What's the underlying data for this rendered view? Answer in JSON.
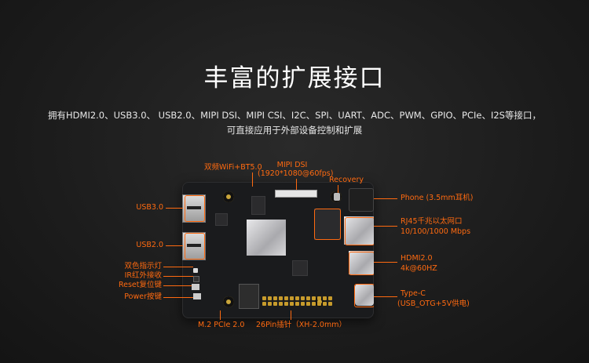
{
  "heading": "丰富的扩展接口",
  "description_line1": "拥有HDMI2.0、USB3.0、 USB2.0、MIPI DSI、MIPI CSI、I2C、SPI、UART、ADC、PWM、GPIO、PCIe、I2S等接口，",
  "description_line2": "可直接应用于外部设备控制和扩展",
  "labels": {
    "wifi": "双频WiFi+BT5.0",
    "mipi_dsi": "MIPI DSI",
    "mipi_dsi_res": "(1920*1080@60fps)",
    "recovery": "Recovery",
    "phone": "Phone (3.5mm耳机)",
    "usb3": "USB3.0",
    "rj45": "RJ45千兆以太网口",
    "rj45_speed": "10/100/1000 Mbps",
    "usb2": "USB2.0",
    "hdmi": "HDMI2.0",
    "hdmi_res": "4k@60HZ",
    "led": "双色指示灯",
    "ir": "IR红外接收",
    "reset": "Reset复位键",
    "power": "Power按键",
    "typec": "Type-C",
    "typec_desc": "(USB_OTG+5V供电)",
    "m2": "M.2 PCIe 2.0",
    "pin26": "26Pin插针（XH-2.0mm）"
  },
  "colors": {
    "accent": "#ff6a10",
    "background": "#1c1c1c"
  }
}
